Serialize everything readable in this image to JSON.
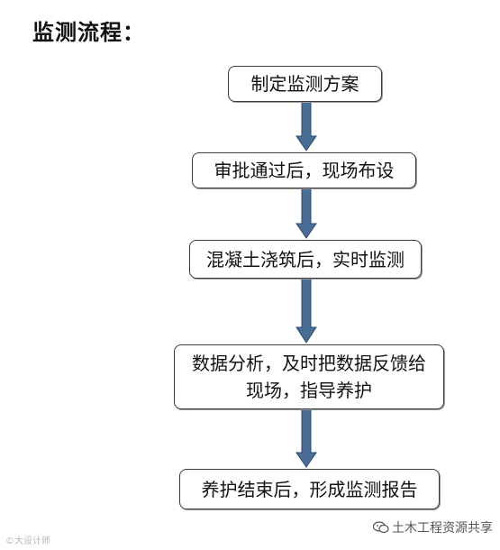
{
  "title": "监测流程：",
  "steps": [
    {
      "lines": [
        "制定监测方案"
      ]
    },
    {
      "lines": [
        "审批通过后，现场布设"
      ]
    },
    {
      "lines": [
        "混凝土浇筑后，实时监测"
      ]
    },
    {
      "lines": [
        "数据分析，及时把数据反馈给",
        "现场，指导养护"
      ]
    },
    {
      "lines": [
        "养护结束后，形成监测报告"
      ]
    }
  ],
  "colors": {
    "arrow": "#4a6d96",
    "arrow_outline": "#2c4a6e",
    "box_border": "#3c3c3c"
  },
  "watermark_left": "©大设计师",
  "watermark_right": {
    "icon": "wechat-icon",
    "text": "土木工程资源共享"
  }
}
